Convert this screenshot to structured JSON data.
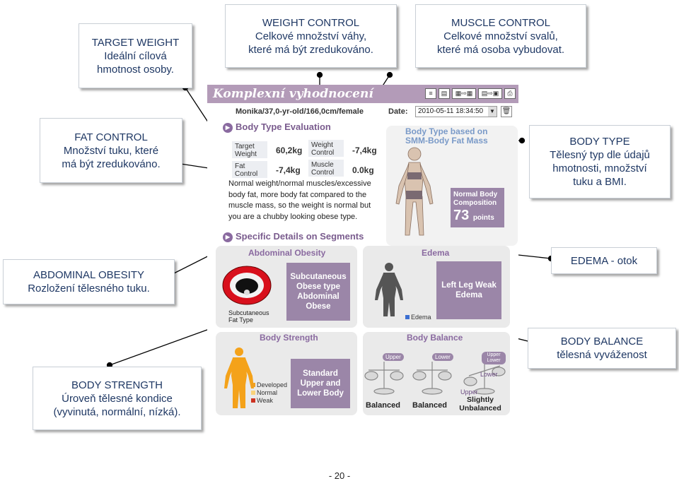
{
  "callouts": {
    "target_weight": [
      "TARGET WEIGHT",
      "Ideální cílová",
      "hmotnost osoby."
    ],
    "weight_control": [
      "WEIGHT CONTROL",
      "Celkové množství váhy,",
      "které má být zredukováno."
    ],
    "muscle_control": [
      "MUSCLE CONTROL",
      "Celkové množství svalů,",
      "které má osoba vybudovat."
    ],
    "fat_control": [
      "FAT CONTROL",
      "Množství tuku, které",
      "má být zredukováno."
    ],
    "body_type": [
      "BODY TYPE",
      "Tělesný typ dle údajů",
      "hmotnosti, množství",
      "tuku a BMI."
    ],
    "abdominal_obesity": [
      "ABDOMINAL OBESITY",
      "Rozložení tělesného tuku."
    ],
    "edema": [
      "EDEMA - otok"
    ],
    "body_balance": [
      "BODY BALANCE",
      "tělesná vyváženost"
    ],
    "body_strength": [
      "BODY STRENGTH",
      "Úroveň tělesné kondice",
      "(vyvinutá, normální, nízká)."
    ]
  },
  "report": {
    "title": "Komplexní vyhodnocení",
    "subject": "Monika/37,0-yr-old/166,0cm/female",
    "date_label": "Date:",
    "date_value": "2010-05-11 18:34:50",
    "section_body_type": "Body Type Evaluation",
    "target_weight_label": "Target Weight",
    "target_weight_value": "60,2kg",
    "weight_control_label": "Weight Control",
    "weight_control_value": "-7,4kg",
    "fat_control_label": "Fat Control",
    "fat_control_value": "-7,4kg",
    "muscle_control_label": "Muscle Control",
    "muscle_control_value": "0.0kg",
    "evaluation_text": "Normal weight/normal muscles/excessive body fat, more body fat compared to the muscle mass, so the weight is normal but you are a chubby looking obese type.",
    "body_type_title": "Body Type based on SMM-Body Fat Mass",
    "score_label": "Normal Body Composition",
    "score_value": "73",
    "score_unit": "points",
    "section_segments": "Specific Details on Segments",
    "abdominal_title": "Abdominal Obesity",
    "abdominal_result": "Subcutaneous Obese type Abdominal Obese",
    "abdominal_caption": "Subcutaneous Fat Type",
    "edema_title": "Edema",
    "edema_result": "Left Leg Weak Edema",
    "edema_legend": "Edema",
    "strength_title": "Body Strength",
    "strength_result": "Standard Upper and Lower Body",
    "strength_legend": [
      "Developed",
      "Normal",
      "Weak"
    ],
    "balance_title": "Body Balance",
    "balance_labels": [
      "Balanced",
      "Balanced",
      "Slightly Unbalanced"
    ],
    "balance_tags": [
      "Upper",
      "Lower",
      "Upper Lower",
      "Upper",
      "Lower"
    ]
  },
  "page_number": "- 20 -",
  "colors": {
    "accent": "#9b86a8",
    "header": "#b39bb8",
    "callout_text": "#1f3864"
  }
}
